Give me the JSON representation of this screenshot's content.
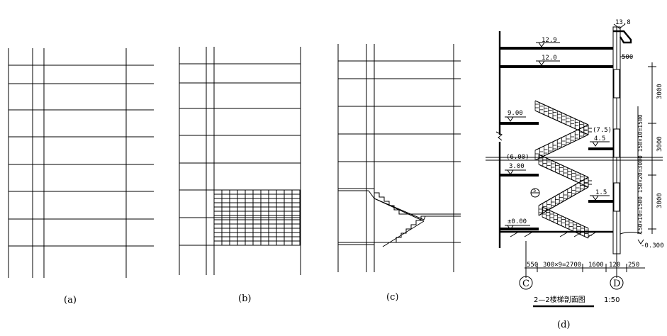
{
  "captions": {
    "a": "(a)",
    "b": "(b)",
    "c": "(c)",
    "d": "(d)"
  },
  "section": {
    "title": "2—2楼梯剖面图",
    "scale": "1:50",
    "levels": {
      "l138": "13.8",
      "l129": "12.9",
      "l120": "12.0",
      "l900": "9.00",
      "l75": "(7.5)",
      "l45": "4.5",
      "l600": "(6.00)",
      "l300": "3.00",
      "l15": "1.5",
      "l000": "±0.00",
      "lm030": "-0.300"
    },
    "dims": {
      "d500": "500",
      "d3000a": "3000",
      "d3000b": "3000",
      "d3000c": "3000",
      "dv": "150×10=1500 150×20=3000 150×10=1500",
      "d550": "550",
      "drun": "300×9=2700",
      "d1600": "1600",
      "d120": "120",
      "d250": "250"
    },
    "axes": {
      "c": "C",
      "d": "D"
    },
    "markers": {
      "m5": "5"
    }
  }
}
